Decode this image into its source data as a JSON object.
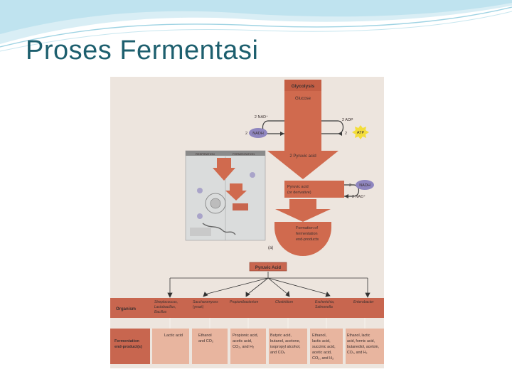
{
  "slide": {
    "title": "Proses Fermentasi"
  },
  "panel_a": {
    "panel_label": "(a)",
    "glycolysis": {
      "heading": "Glycolysis",
      "substrate": "Glucose"
    },
    "left_cycle_top": "2 NAD⁺",
    "left_cycle_bottom_num": "2",
    "left_cycle_bottom": "NADH",
    "right_cycle_top": "2 ADP",
    "right_cycle_bottom_num": "2",
    "right_cycle_bottom": "ATP",
    "product": "2 Pyruvic acid",
    "pyruvate_box": [
      "Pyruvic acid",
      "(or derivative)"
    ],
    "nadh_in_num": "2",
    "nadh_in": "NADH",
    "nad_out": "2 NAD⁺",
    "final_box": [
      "Formation of",
      "fermentation",
      "end-products"
    ],
    "inset": {
      "left_header": "RESPIRATION",
      "right_header": "FERMENTATION"
    }
  },
  "panel_b": {
    "root": "Pyruvic Acid",
    "row_labels": {
      "organism": "Organism",
      "products": [
        "Fermentation",
        "end-product(s)"
      ]
    },
    "columns": [
      {
        "organism": [
          "Streptococcus,",
          "Lactobacillus,",
          "Bacillus"
        ],
        "products": [
          "Lactic acid"
        ]
      },
      {
        "organism": [
          "Saccharomyces",
          "(yeast)"
        ],
        "products": [
          "Ethanol",
          "and CO₂"
        ]
      },
      {
        "organism": [
          "Propionibacterium"
        ],
        "products": [
          "Propionic acid,",
          "acetic acid,",
          "CO₂, and H₂"
        ]
      },
      {
        "organism": [
          "Clostridium"
        ],
        "products": [
          "Butyric acid,",
          "butanol, acetone,",
          "isopropyl alcohol,",
          "and CO₂"
        ]
      },
      {
        "organism": [
          "Escherichia,",
          "Salmonella"
        ],
        "products": [
          "Ethanol,",
          "lactic acid,",
          "succinic acid,",
          "acetic acid,",
          "CO₂, and H₂"
        ]
      },
      {
        "organism": [
          "Enterobacter"
        ],
        "products": [
          "Ethanol, lactic",
          "acid, formic acid,",
          "butanediol, acetoin,",
          "CO₂, and H₂"
        ]
      }
    ]
  },
  "colors": {
    "title": "#1d5f6e",
    "banner": "#bfe3ef",
    "arrow": "#d06a4e",
    "nad": "#8f86bf",
    "atp": "#f3dd3a",
    "band": "#c8664f",
    "cell": "#e8b59f"
  }
}
